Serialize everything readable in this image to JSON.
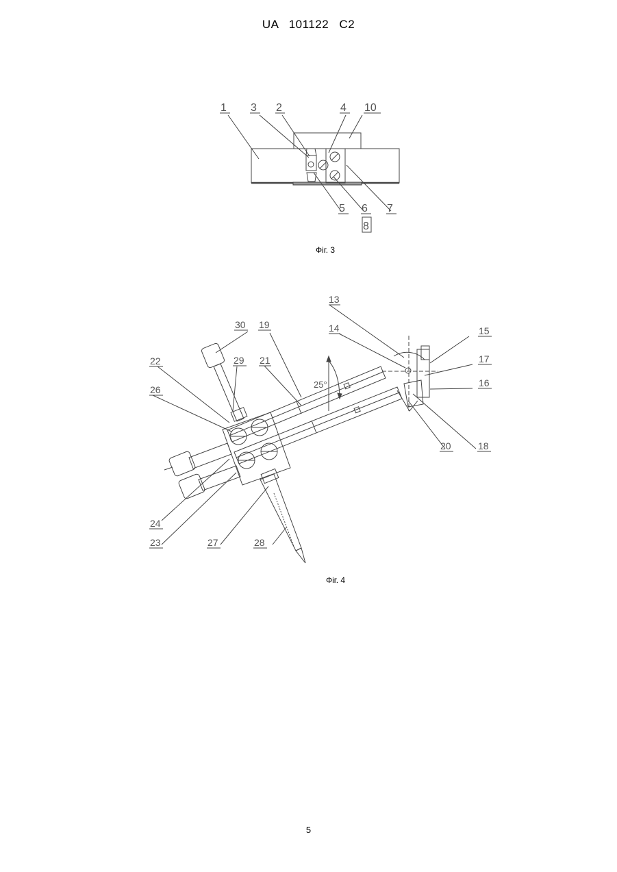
{
  "header": {
    "patent_number": "UA   101122   C2"
  },
  "figure3": {
    "caption": "Фіг. 3",
    "labels": {
      "l1": "1",
      "l3": "3",
      "l2": "2",
      "l4": "4",
      "l10": "10",
      "l5": "5",
      "l6": "6",
      "l8": "8",
      "l7": "7"
    }
  },
  "figure4": {
    "caption": "Фіг. 4",
    "angle_label": "25°",
    "labels": {
      "l13": "13",
      "l14": "14",
      "l15": "15",
      "l17": "17",
      "l16": "16",
      "l18": "18",
      "l20": "20",
      "l19": "19",
      "l21": "21",
      "l30": "30",
      "l29": "29",
      "l22": "22",
      "l26": "26",
      "l24": "24",
      "l23": "23",
      "l27": "27",
      "l28": "28"
    }
  },
  "footer": {
    "page_number": "5"
  }
}
